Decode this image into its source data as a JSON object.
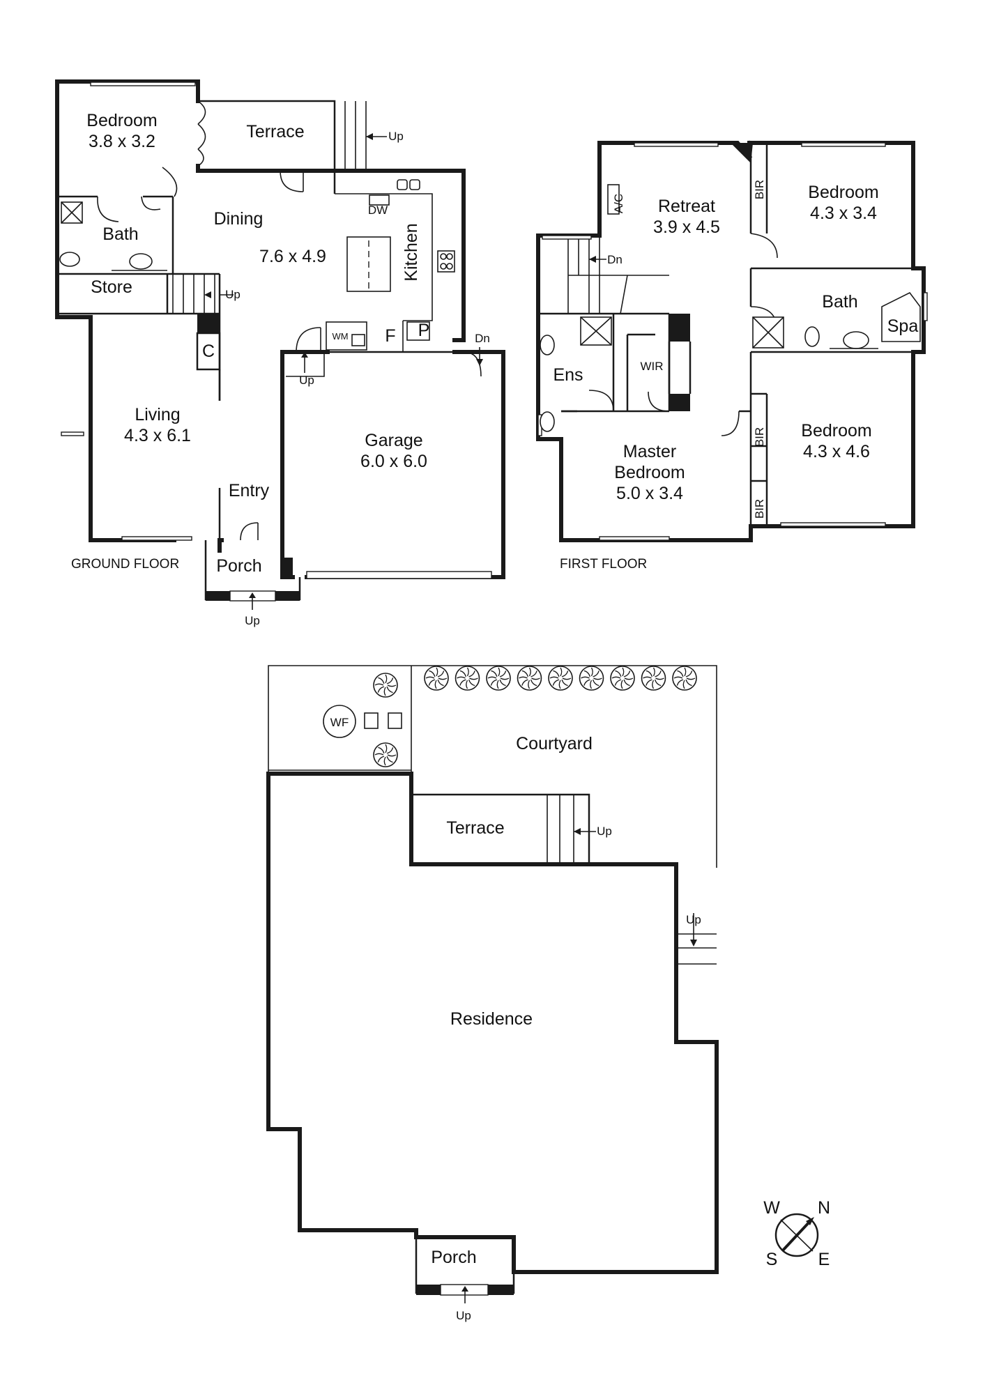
{
  "floors": {
    "ground": "GROUND FLOOR",
    "first": "FIRST FLOOR"
  },
  "ground_rooms": {
    "bedroom_name": "Bedroom",
    "bedroom_size": "3.8 x 3.2",
    "terrace": "Terrace",
    "dining_name": "Dining",
    "dining_size": "7.6 x 4.9",
    "kitchen": "Kitchen",
    "dw": "DW",
    "bath": "Bath",
    "store": "Store",
    "wm": "WM",
    "fridge": "F",
    "pantry": "P",
    "cupboard": "C",
    "living_name": "Living",
    "living_size": "4.3 x 6.1",
    "garage_name": "Garage",
    "garage_size": "6.0 x 6.0",
    "entry": "Entry",
    "porch": "Porch"
  },
  "first_rooms": {
    "ac": "A/C",
    "retreat_name": "Retreat",
    "retreat_size": "3.9 x 4.5",
    "bir": "BIR",
    "bedroom1_name": "Bedroom",
    "bedroom1_size": "4.3 x 3.4",
    "bath": "Bath",
    "spa": "Spa",
    "ens": "Ens",
    "wir": "WIR",
    "master_line1": "Master",
    "master_line2": "Bedroom",
    "master_size": "5.0 x 3.4",
    "bedroom2_name": "Bedroom",
    "bedroom2_size": "4.3 x 4.6"
  },
  "site": {
    "wf": "WF",
    "courtyard": "Courtyard",
    "terrace": "Terrace",
    "residence": "Residence",
    "porch": "Porch"
  },
  "stairs": {
    "up": "Up",
    "dn": "Dn"
  },
  "compass": {
    "w": "W",
    "n": "N",
    "s": "S",
    "e": "E"
  }
}
